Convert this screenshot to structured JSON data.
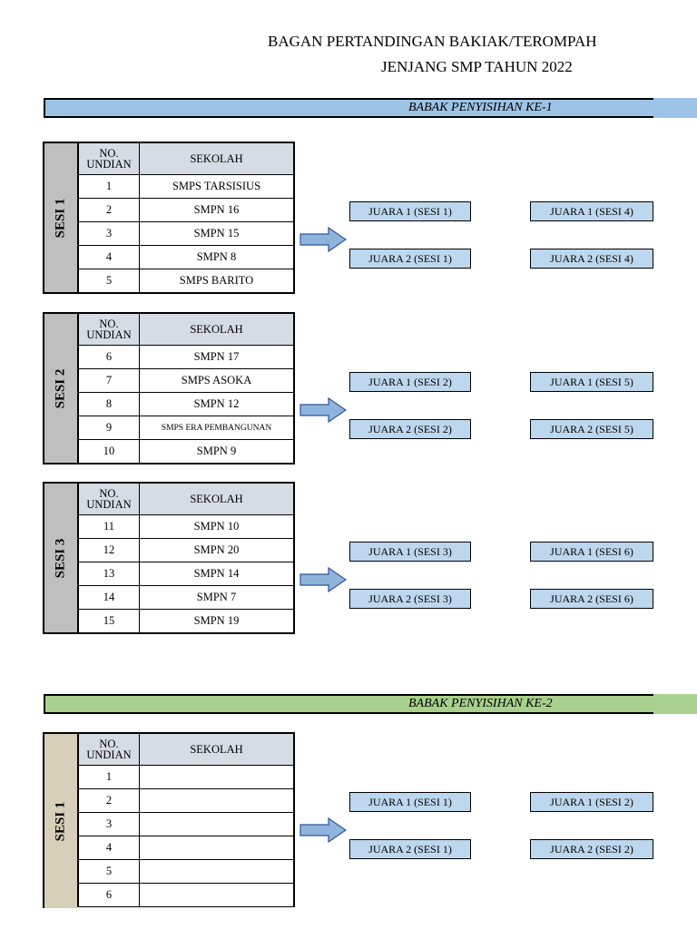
{
  "header": {
    "title_line1": "BAGAN PERTANDINGAN BAKIAK/TEROMPAH",
    "title_line2": "JENJANG SMP TAHUN 2022"
  },
  "table_header": {
    "no": "NO. UNDIAN",
    "school": "SEKOLAH"
  },
  "round1": {
    "label": "BABAK PENYISIHAN KE-1",
    "color": "#9dc3e6",
    "sessions": [
      {
        "label": "SESI 1",
        "rows": [
          {
            "no": "1",
            "school": "SMPS TARSISIUS"
          },
          {
            "no": "2",
            "school": "SMPN 16"
          },
          {
            "no": "3",
            "school": "SMPN 15"
          },
          {
            "no": "4",
            "school": "SMPN 8"
          },
          {
            "no": "5",
            "school": "SMPS BARITO"
          }
        ],
        "winners_a": [
          "JUARA 1 (SESI 1)",
          "JUARA 2 (SESI 1)"
        ],
        "winners_b": [
          "JUARA 1 (SESI 4)",
          "JUARA 2 (SESI 4)"
        ]
      },
      {
        "label": "SESI 2",
        "rows": [
          {
            "no": "6",
            "school": "SMPN 17"
          },
          {
            "no": "7",
            "school": "SMPS ASOKA"
          },
          {
            "no": "8",
            "school": "SMPN 12"
          },
          {
            "no": "9",
            "school": "SMPS ERA PEMBANGUNAN"
          },
          {
            "no": "10",
            "school": "SMPN 9"
          }
        ],
        "winners_a": [
          "JUARA 1 (SESI 2)",
          "JUARA 2 (SESI 2)"
        ],
        "winners_b": [
          "JUARA 1 (SESI 5)",
          "JUARA 2 (SESI 5)"
        ]
      },
      {
        "label": "SESI 3",
        "rows": [
          {
            "no": "11",
            "school": "SMPN 10"
          },
          {
            "no": "12",
            "school": "SMPN 20"
          },
          {
            "no": "13",
            "school": "SMPN 14"
          },
          {
            "no": "14",
            "school": "SMPN 7"
          },
          {
            "no": "15",
            "school": "SMPN 19"
          }
        ],
        "winners_a": [
          "JUARA 1 (SESI 3)",
          "JUARA 2 (SESI 3)"
        ],
        "winners_b": [
          "JUARA 1 (SESI 6)",
          "JUARA 2 (SESI 6)"
        ]
      }
    ]
  },
  "round2": {
    "label": "BABAK PENYISIHAN KE-2",
    "color": "#a9d18e",
    "sessions": [
      {
        "label": "SESI 1",
        "rows": [
          {
            "no": "1",
            "school": ""
          },
          {
            "no": "2",
            "school": ""
          },
          {
            "no": "3",
            "school": ""
          },
          {
            "no": "4",
            "school": ""
          },
          {
            "no": "5",
            "school": ""
          },
          {
            "no": "6",
            "school": ""
          }
        ],
        "winners_a": [
          "JUARA 1 (SESI 1)",
          "JUARA 2 (SESI 1)"
        ],
        "winners_b": [
          "JUARA 1 (SESI 2)",
          "JUARA 2 (SESI 2)"
        ]
      }
    ]
  },
  "icons": {
    "advance": "right-arrow-icon"
  }
}
